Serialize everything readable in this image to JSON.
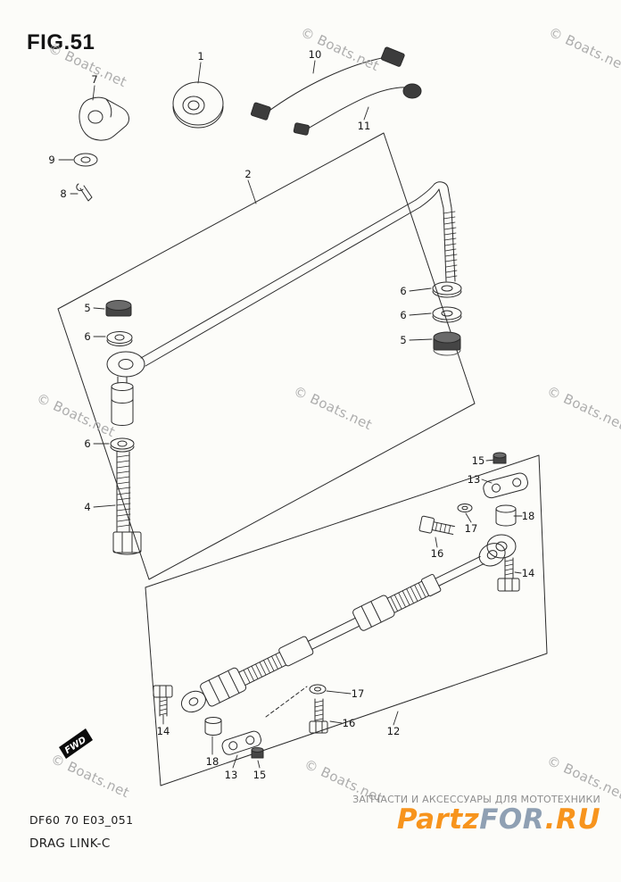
{
  "figure": {
    "title": "FIG.51",
    "code": "DF60 70 E03_051",
    "name": "DRAG LINK-C"
  },
  "watermark": {
    "text": "© Boats.net"
  },
  "fwd": {
    "label": "FWD"
  },
  "footer": {
    "tagline": "ЗАПЧАСТИ И АКСЕССУАРЫ ДЛЯ МОТОТЕХНИКИ",
    "brand_segments": [
      {
        "text": "Partz",
        "color": "#f7941d"
      },
      {
        "text": "FOR",
        "color": "#8fa0b3"
      },
      {
        "text": ".RU",
        "color": "#f7941d"
      }
    ]
  },
  "colors": {
    "line": "#2b2b2b",
    "watermark": "#a5a5a5",
    "brand_orange": "#f7941d",
    "brand_blue": "#8fa0b3",
    "flag": "#0b0b0b",
    "background": "#fcfcf9"
  },
  "callouts": [
    {
      "part": "1"
    },
    {
      "part": "7"
    },
    {
      "part": "9"
    },
    {
      "part": "8"
    },
    {
      "part": "10"
    },
    {
      "part": "11"
    },
    {
      "part": "2"
    },
    {
      "part": "5"
    },
    {
      "part": "6"
    },
    {
      "part": "6"
    },
    {
      "part": "6"
    },
    {
      "part": "5"
    },
    {
      "part": "6"
    },
    {
      "part": "4"
    },
    {
      "part": "15"
    },
    {
      "part": "13"
    },
    {
      "part": "17"
    },
    {
      "part": "18"
    },
    {
      "part": "16"
    },
    {
      "part": "14"
    },
    {
      "part": "12"
    },
    {
      "part": "14"
    },
    {
      "part": "18"
    },
    {
      "part": "13"
    },
    {
      "part": "15"
    },
    {
      "part": "17"
    },
    {
      "part": "16"
    }
  ]
}
